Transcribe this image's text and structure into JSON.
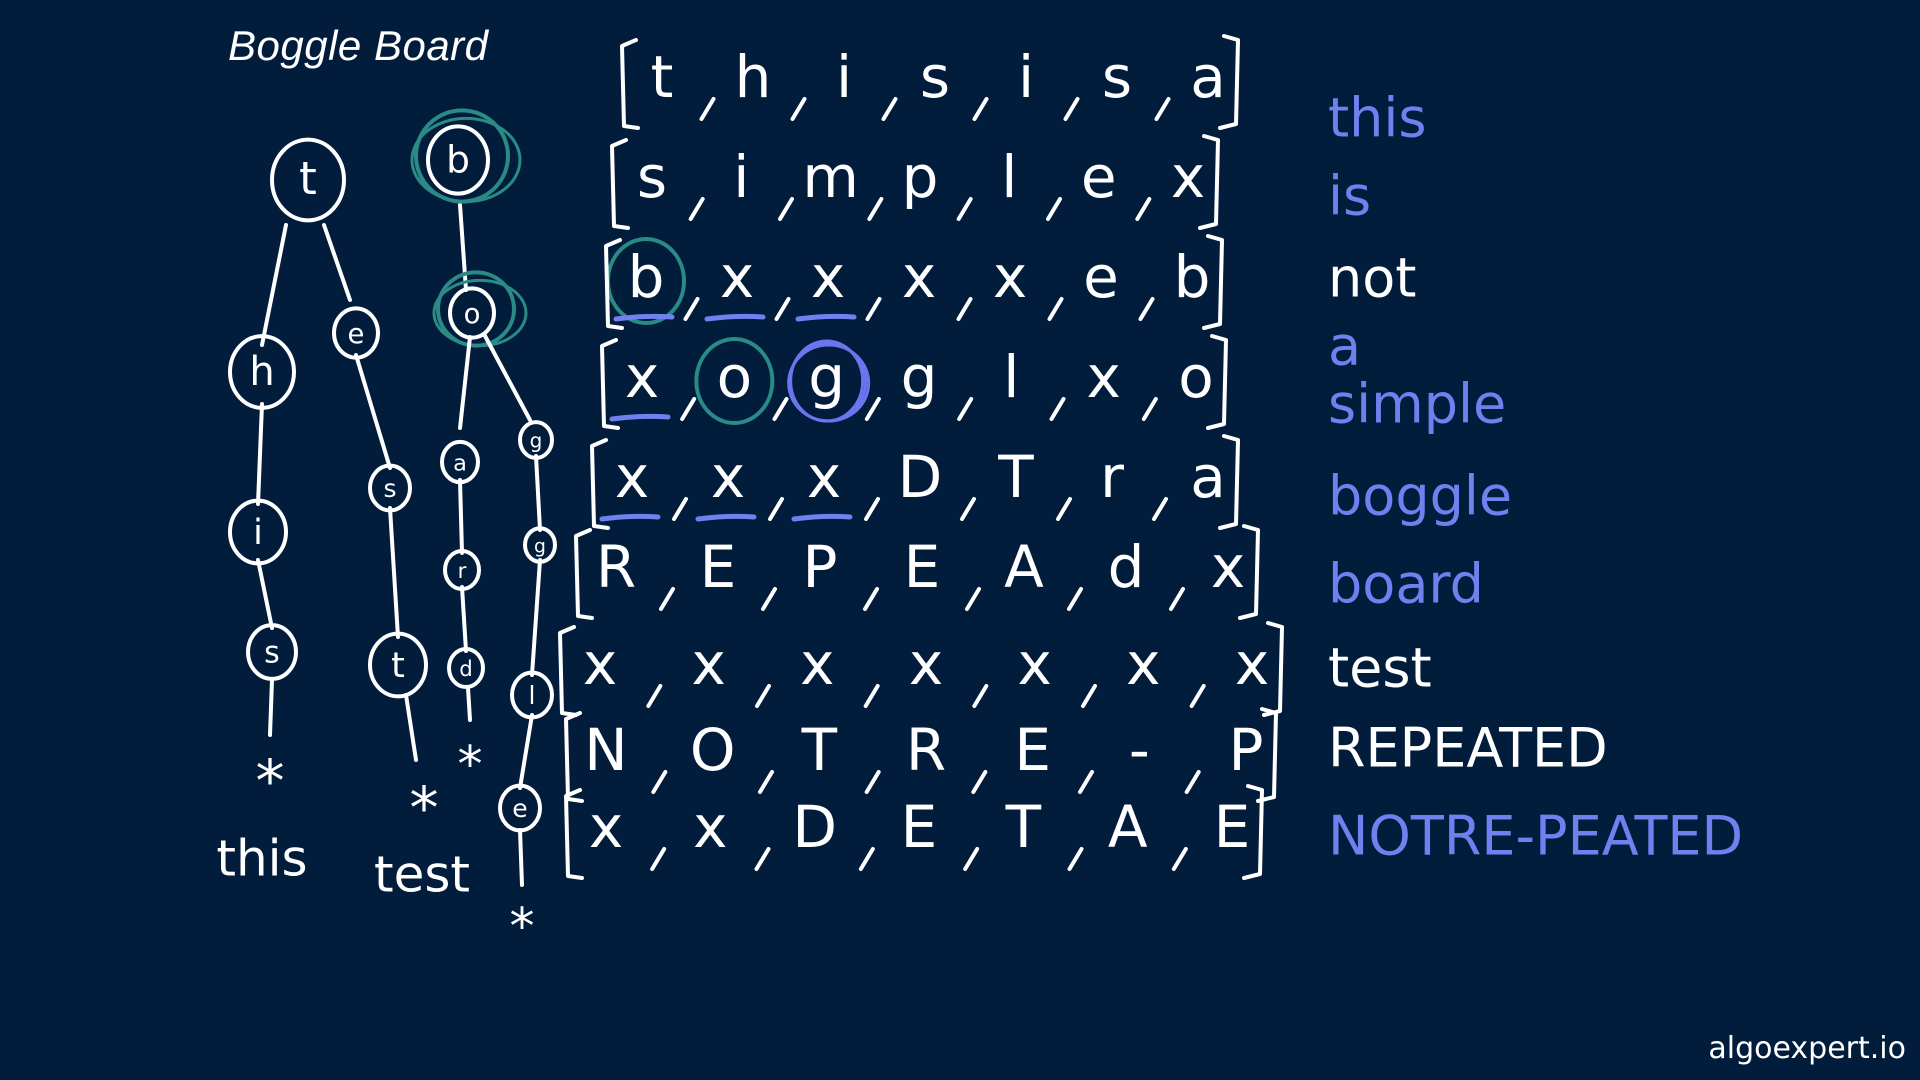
{
  "title": "Boggle Board",
  "brand": "algoexpert.io",
  "colors": {
    "background": "#021c3c",
    "ink": "#ffffff",
    "found": "#7080ee",
    "teal": "#2a8a86",
    "violet": "#6d74f0"
  },
  "board": [
    [
      "t",
      "h",
      "i",
      "s",
      "i",
      "s",
      "a"
    ],
    [
      "s",
      "i",
      "m",
      "p",
      "l",
      "e",
      "x"
    ],
    [
      "b",
      "x",
      "x",
      "x",
      "x",
      "e",
      "b"
    ],
    [
      "x",
      "o",
      "g",
      "g",
      "l",
      "x",
      "o"
    ],
    [
      "x",
      "x",
      "x",
      "D",
      "T",
      "r",
      "a"
    ],
    [
      "R",
      "E",
      "P",
      "E",
      "A",
      "d",
      "x"
    ],
    [
      "x",
      "x",
      "x",
      "x",
      "x",
      "x",
      "x"
    ],
    [
      "N",
      "O",
      "T",
      "R",
      "E",
      "-",
      "P"
    ],
    [
      "x",
      "x",
      "D",
      "E",
      "T",
      "A",
      "E"
    ]
  ],
  "words": [
    {
      "text": "this",
      "found": true
    },
    {
      "text": "is",
      "found": true
    },
    {
      "text": "not",
      "found": false
    },
    {
      "text": "a",
      "found": true
    },
    {
      "text": "simple",
      "found": true
    },
    {
      "text": "boggle",
      "found": true
    },
    {
      "text": "board",
      "found": true
    },
    {
      "text": "test",
      "found": false
    },
    {
      "text": "REPEATED",
      "found": false
    },
    {
      "text": "NOTRE-PEATED",
      "found": true
    }
  ],
  "trie": {
    "branches": [
      {
        "letters": [
          "t",
          "h",
          "i",
          "s"
        ],
        "end_marker": "*",
        "word": "this"
      },
      {
        "letters": [
          "t",
          "e",
          "s",
          "t"
        ],
        "end_marker": "*",
        "word": "test"
      },
      {
        "letters": [
          "b",
          "o",
          "a",
          "r",
          "d"
        ],
        "end_marker": "*",
        "word": ""
      },
      {
        "letters": [
          "b",
          "o",
          "g",
          "g",
          "l",
          "e"
        ],
        "end_marker": "*",
        "word": ""
      }
    ]
  }
}
